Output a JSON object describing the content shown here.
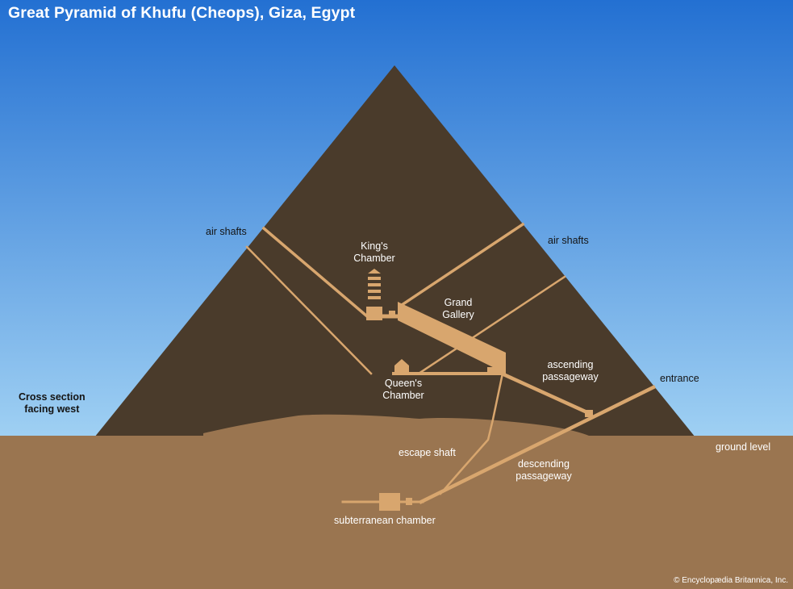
{
  "title": "Great Pyramid of Khufu (Cheops), Giza, Egypt",
  "note_line1": "Cross section",
  "note_line2": "facing west",
  "credit": "© Encyclopædia Britannica, Inc.",
  "labels": {
    "air_shafts_left": "air shafts",
    "air_shafts_right": "air shafts",
    "kings_chamber_1": "King's",
    "kings_chamber_2": "Chamber",
    "grand_gallery_1": "Grand",
    "grand_gallery_2": "Gallery",
    "ascending_1": "ascending",
    "ascending_2": "passageway",
    "queens_chamber_1": "Queen's",
    "queens_chamber_2": "Chamber",
    "entrance": "entrance",
    "ground_level": "ground level",
    "escape_shaft": "escape shaft",
    "descending_1": "descending",
    "descending_2": "passageway",
    "subterranean": "subterranean chamber"
  },
  "colors": {
    "sky_top": "#2370d2",
    "sky_bottom": "#9fd0f3",
    "pyramid": "#4a3b2b",
    "ground": "#9a7550",
    "passage": "#d8a66e"
  }
}
